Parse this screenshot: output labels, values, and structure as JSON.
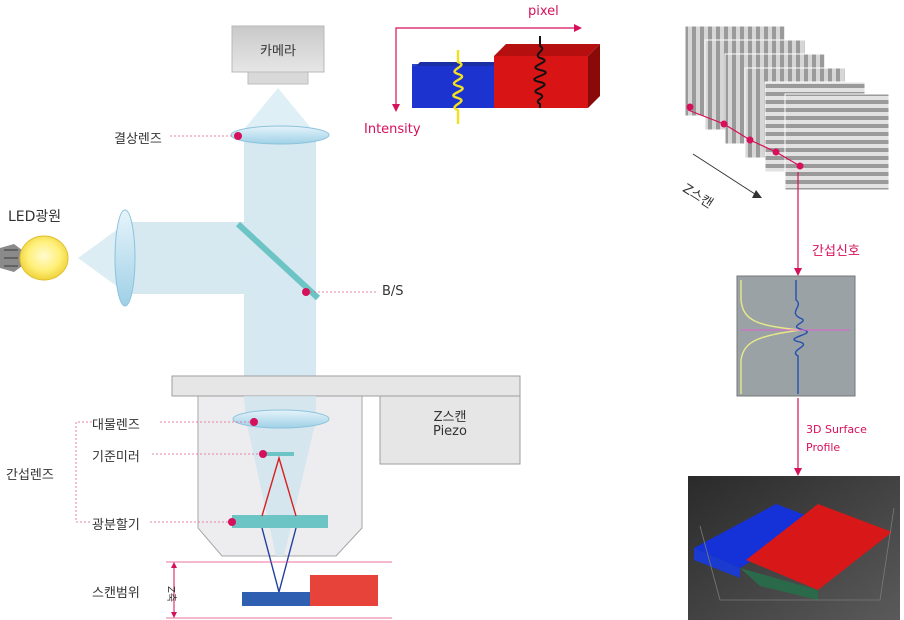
{
  "diagram": {
    "camera": "카메라",
    "imaging_lens": "결상렌즈",
    "led_source": "LED광원",
    "beam_splitter": "B/S",
    "objective_lens": "대물렌즈",
    "reference_mirror": "기준미러",
    "splitter": "광분할기",
    "interference_lens": "간섭렌즈",
    "scan_range": "스캔범위",
    "z_axis": "Z축",
    "piezo_line1": "Z스캔",
    "piezo_line2": "Piezo",
    "pixel": "pixel",
    "intensity": "Intensity"
  },
  "pipeline": {
    "z_scan": "Z스캔",
    "signal": "간섭신호",
    "surface_line1": "3D Surface",
    "surface_line2": "Profile"
  },
  "colors": {
    "accent": "#d6105a",
    "beam": "#cfe4ee",
    "mirror": "#6cc4c4",
    "blue": "#1d33d0",
    "red": "#d91414"
  }
}
